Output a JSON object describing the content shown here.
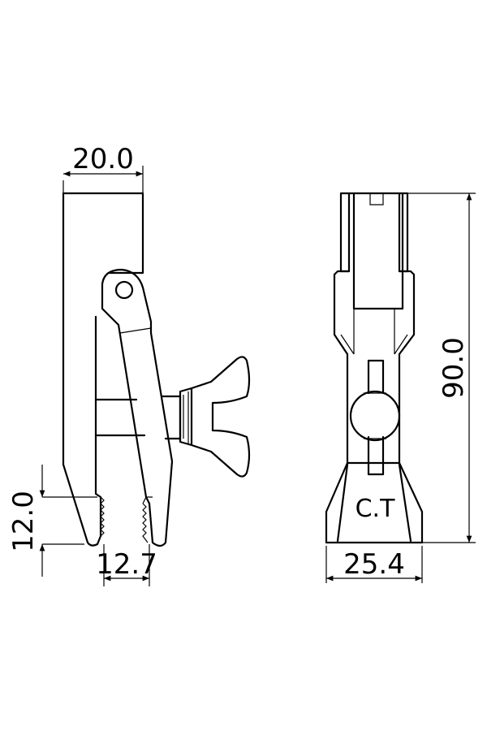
{
  "dimensions": {
    "width_side": "20.0",
    "jaw_height": "12.0",
    "jaw_opening": "12.7",
    "total_height": "90.0",
    "base_width": "25.4"
  },
  "marking": "C.T"
}
